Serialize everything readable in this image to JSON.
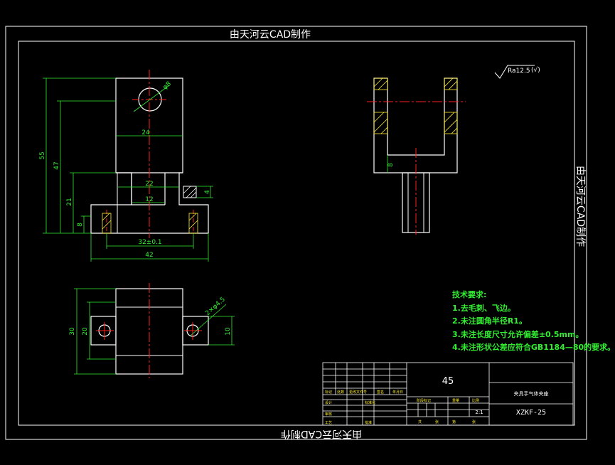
{
  "watermark": {
    "text": "由天河云CAD制作"
  },
  "roughness": {
    "value": "Ra12.5",
    "suffix": "(√)"
  },
  "dimensions": {
    "phi8": "φ8",
    "d24": "24",
    "d55": "55",
    "d47": "47",
    "d22": "22",
    "d4": "4",
    "d12": "12",
    "d21": "21",
    "d8": "8",
    "d32": "32±0.1",
    "d42": "42",
    "d8b": "8",
    "d30": "30",
    "d20": "20",
    "d2x44": "2×φ4.5",
    "d10": "10"
  },
  "requirements": {
    "title": "技术要求:",
    "items": [
      "1.去毛刺、飞边。",
      "2.未注圆角半径R1。",
      "3.未注长度尺寸允许偏差±0.5mm。",
      "4.未注形状公差应符合GB1184—80的要求。"
    ]
  },
  "title_block": {
    "material": "45",
    "part_name": "夹具手气体夹座",
    "drawing_no": "XZKF-25",
    "scale": "2:1",
    "cells": [
      "标记",
      "处数",
      "分区",
      "更改文件号",
      "签名",
      "年月日",
      "设计",
      "标准化",
      "阶段标记",
      "重量",
      "比例",
      "审核",
      "工艺",
      "批准",
      "共",
      "张",
      "第",
      "张"
    ]
  },
  "colors": {
    "frame": "#ffffff",
    "outline": "#ffffff",
    "dimension": "#33ee33",
    "centerline": "#ff2020",
    "hatch": "#ffee33",
    "watermark": "#ffffff"
  }
}
